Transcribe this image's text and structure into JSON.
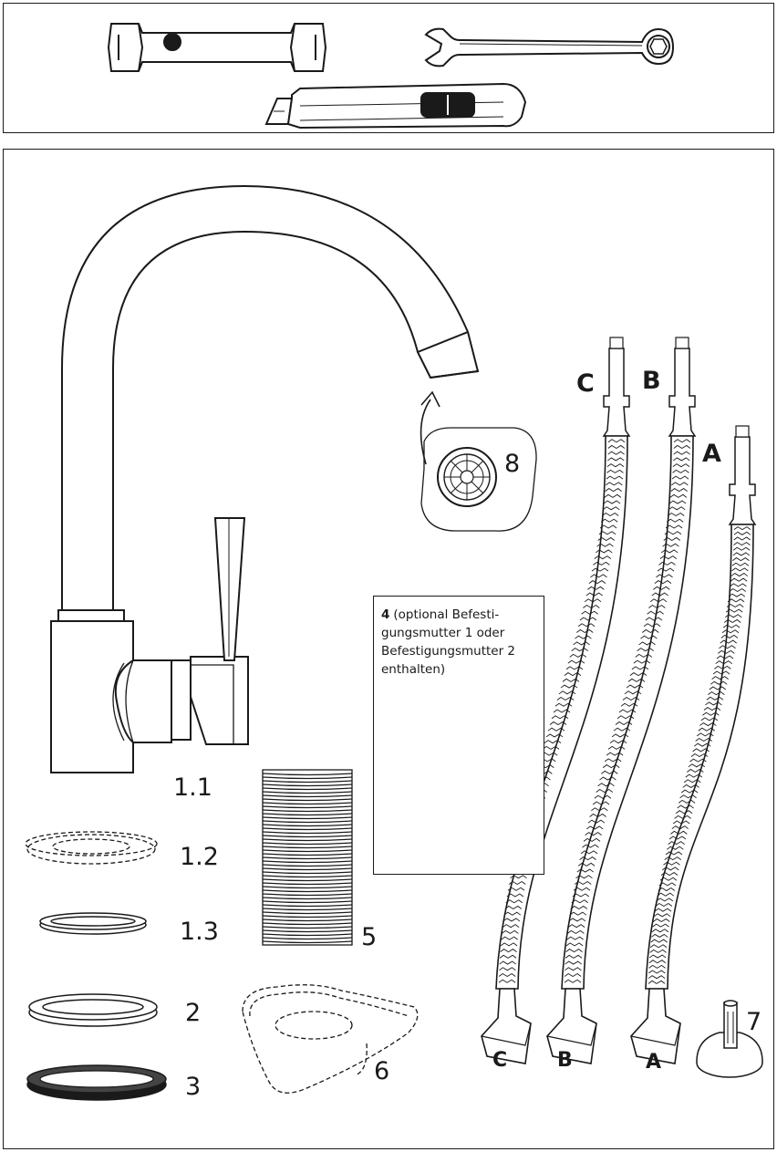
{
  "tools": {
    "items": [
      {
        "name": "tube-socket-wrench"
      },
      {
        "name": "open-ring-spanner"
      },
      {
        "name": "cutter-knife"
      }
    ]
  },
  "parts": {
    "labels": {
      "p1_1": "1.1",
      "p1_2": "1.2",
      "p1_3": "1.3",
      "p2": "2",
      "p3": "3",
      "p5": "5",
      "p6": "6",
      "p7": "7",
      "p8": "8"
    },
    "hoses": {
      "top_labels": [
        "C",
        "B",
        "A"
      ],
      "bottom_labels": [
        "C",
        "B",
        "A"
      ]
    },
    "option": {
      "number": "4",
      "text": "(optional Befesti­gungsmutter 1 oder Befestigungsmutter 2 enthalten)",
      "nut1_label": "1",
      "nut2_label": "2"
    }
  }
}
